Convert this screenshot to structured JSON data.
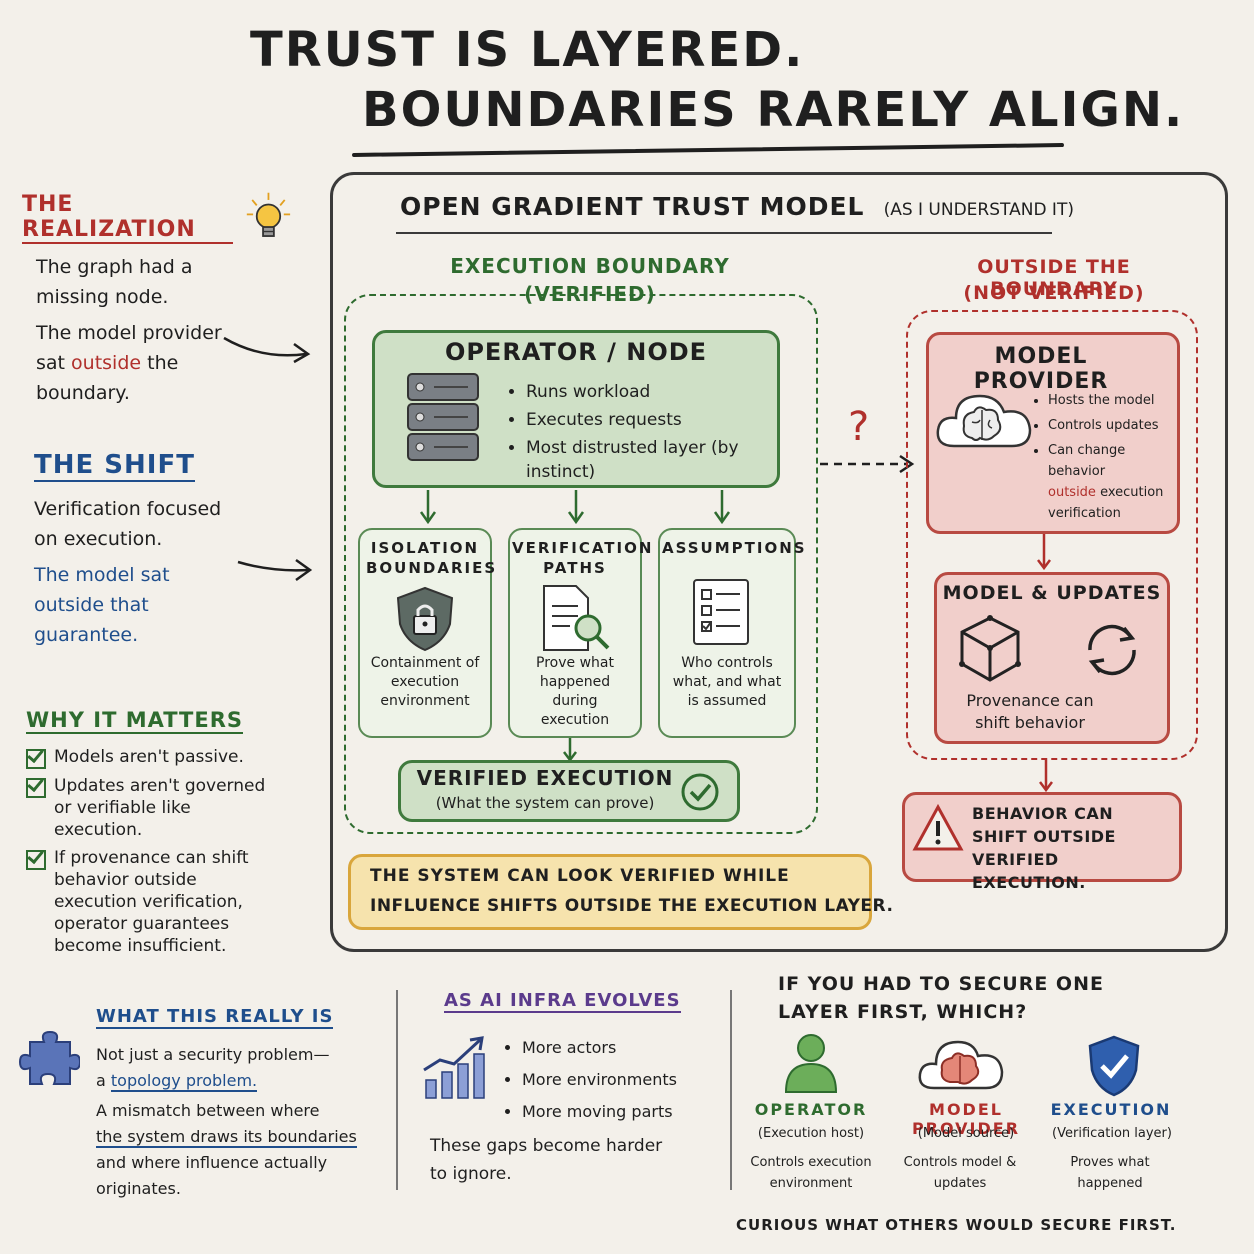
{
  "title": {
    "line1": "TRUST IS LAYERED.",
    "line2": "BOUNDARIES RARELY ALIGN."
  },
  "realization": {
    "heading": "THE REALIZATION",
    "text1": "The graph had a missing node.",
    "text2_a": "The model provider sat ",
    "text2_b": "outside",
    "text2_c": " the boundary."
  },
  "shift": {
    "heading": "THE SHIFT",
    "text1": "Verification focused on execution.",
    "text2": "The model sat outside that guarantee."
  },
  "why": {
    "heading": "WHY IT MATTERS",
    "items": [
      "Models aren't passive.",
      "Updates aren't governed or verifiable like execution.",
      "If provenance can shift behavior outside execution verification, operator guarantees become insufficient."
    ]
  },
  "model": {
    "title": "OPEN GRADIENT TRUST MODEL",
    "title_note": "(AS I UNDERSTAND IT)",
    "exec_boundary": "EXECUTION BOUNDARY",
    "exec_boundary_note": "(VERIFIED)",
    "outside_boundary": "OUTSIDE THE BOUNDARY",
    "outside_boundary_note": "(NOT VERIFIED)",
    "question": "?",
    "operator": {
      "title": "OPERATOR / NODE",
      "bullets": [
        "Runs workload",
        "Executes requests",
        "Most distrusted layer (by instinct)"
      ]
    },
    "isolation": {
      "title": "ISOLATION BOUNDARIES",
      "text": "Containment of execution environment"
    },
    "verification": {
      "title": "VERIFICATION PATHS",
      "text": "Prove what happened during execution"
    },
    "assumptions": {
      "title": "ASSUMPTIONS",
      "text": "Who controls what, and what is assumed"
    },
    "verified_exec": {
      "title": "VERIFIED EXECUTION",
      "subtitle": "(What the system can prove)"
    },
    "warning": {
      "line1": "THE SYSTEM CAN LOOK VERIFIED WHILE",
      "line2": "INFLUENCE SHIFTS OUTSIDE THE EXECUTION LAYER."
    },
    "provider": {
      "title": "MODEL PROVIDER",
      "bullets": [
        "Hosts the model",
        "Controls updates"
      ],
      "bullet3_a": "Can change behavior",
      "bullet3_b": "outside",
      "bullet3_c": " execution verification"
    },
    "updates": {
      "title": "MODEL & UPDATES",
      "text": "Provenance can shift behavior"
    },
    "shift_box": {
      "text": "BEHAVIOR CAN SHIFT OUTSIDE VERIFIED EXECUTION."
    }
  },
  "really": {
    "heading": "WHAT THIS REALLY IS",
    "text1_a": "Not just a security problem—",
    "text1_b": "a ",
    "text1_c": "topology problem.",
    "text2_a": "A mismatch between where ",
    "text2_b": "the system draws its boundaries",
    "text2_c": " and where influence actually originates."
  },
  "evolves": {
    "heading": "AS AI INFRA EVOLVES",
    "bullets": [
      "More actors",
      "More environments",
      "More moving parts"
    ],
    "text": "These gaps become harder to ignore."
  },
  "secure": {
    "heading": "IF YOU HAD TO SECURE ONE LAYER FIRST, WHICH?",
    "options": [
      {
        "title": "OPERATOR",
        "sub": "(Execution host)",
        "text": "Controls execution environment"
      },
      {
        "title": "MODEL PROVIDER",
        "sub": "(Model source)",
        "text": "Controls model & updates"
      },
      {
        "title": "EXECUTION",
        "sub": "(Verification layer)",
        "text": "Proves what happened"
      }
    ],
    "footer": "CURIOUS WHAT OTHERS WOULD SECURE FIRST."
  },
  "colors": {
    "green": "#2e6b2f",
    "red": "#b0302c",
    "blue": "#1f4e8c",
    "yellow": "#e2b24a"
  }
}
